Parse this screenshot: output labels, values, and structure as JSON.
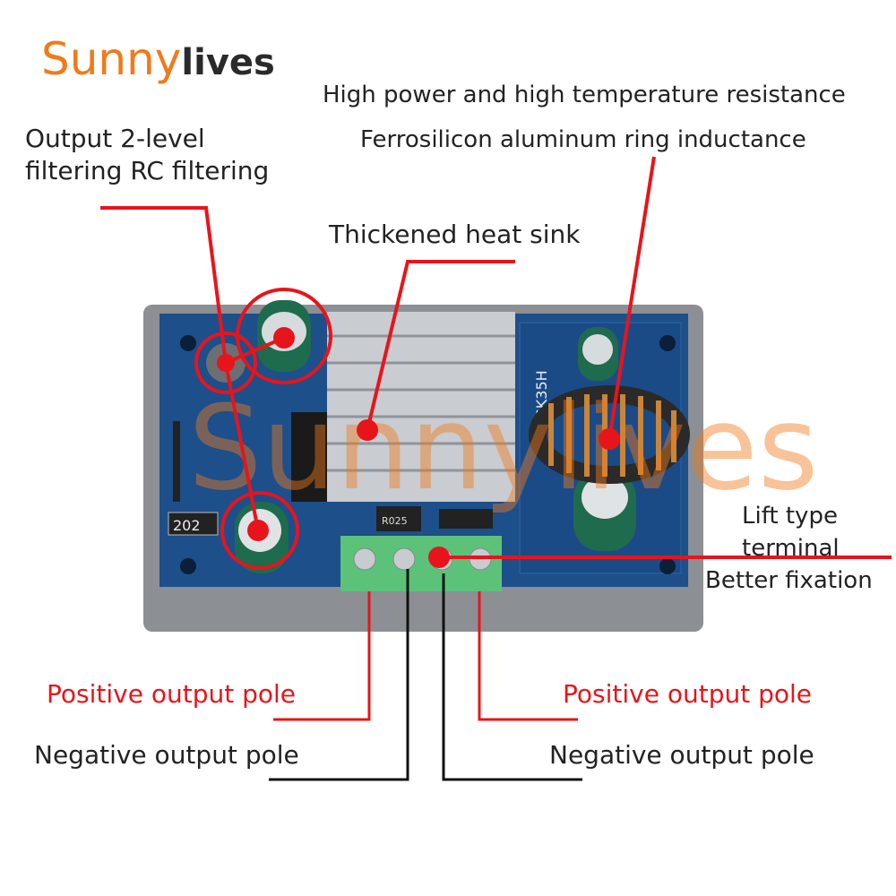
{
  "logo": {
    "part1": "Sunny",
    "part2": "lives"
  },
  "watermark": "Sunnylives",
  "annotations": {
    "top_right_1": "High power and high temperature resistance",
    "top_right_2": "Ferrosilicon aluminum ring inductance",
    "rc_filter_1": "Output 2-level",
    "rc_filter_2": "filtering RC filtering",
    "heat_sink": "Thickened heat sink",
    "terminal_1": "Lift type",
    "terminal_2": "terminal",
    "terminal_3": "Better fixation",
    "positive_left": "Positive output pole",
    "negative_left": "Negative output pole",
    "positive_right": "Positive output pole",
    "negative_right": "Negative output pole"
  },
  "board": {
    "model": "Y-SK35H",
    "resistor_code": "202",
    "shunt_code": "R025"
  },
  "colors": {
    "accent_red": "#e8141b",
    "pcb_blue": "#1d4f8a",
    "terminal_green": "#5cc27a",
    "logo_orange": "#f07b1a"
  }
}
